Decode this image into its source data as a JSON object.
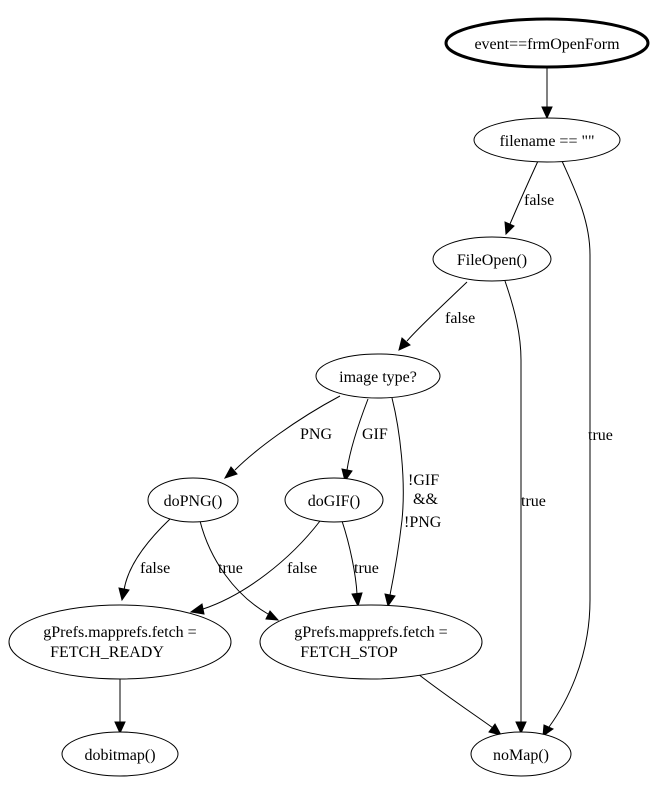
{
  "nodes": {
    "start": "event==frmOpenForm",
    "filename_check": "filename == \"\"",
    "file_open": "FileOpen()",
    "image_type": "image type?",
    "do_png": "doPNG()",
    "do_gif": "doGIF()",
    "fetch_ready_line1": "gPrefs.mapprefs.fetch =",
    "fetch_ready_line2": "FETCH_READY",
    "fetch_stop_line1": "gPrefs.mapprefs.fetch =",
    "fetch_stop_line2": "FETCH_STOP",
    "dobitmap": "dobitmap()",
    "nomap": "noMap()"
  },
  "edges": {
    "filename_false": "false",
    "filename_true": "true",
    "fileopen_false": "false",
    "fileopen_true": "true",
    "png": "PNG",
    "gif": "GIF",
    "not_gif_line1": "!GIF",
    "not_gif_line2": "&&",
    "not_gif_line3": "!PNG",
    "dopng_false": "false",
    "dopng_true": "true",
    "dogif_false": "false",
    "dogif_true": "true"
  }
}
